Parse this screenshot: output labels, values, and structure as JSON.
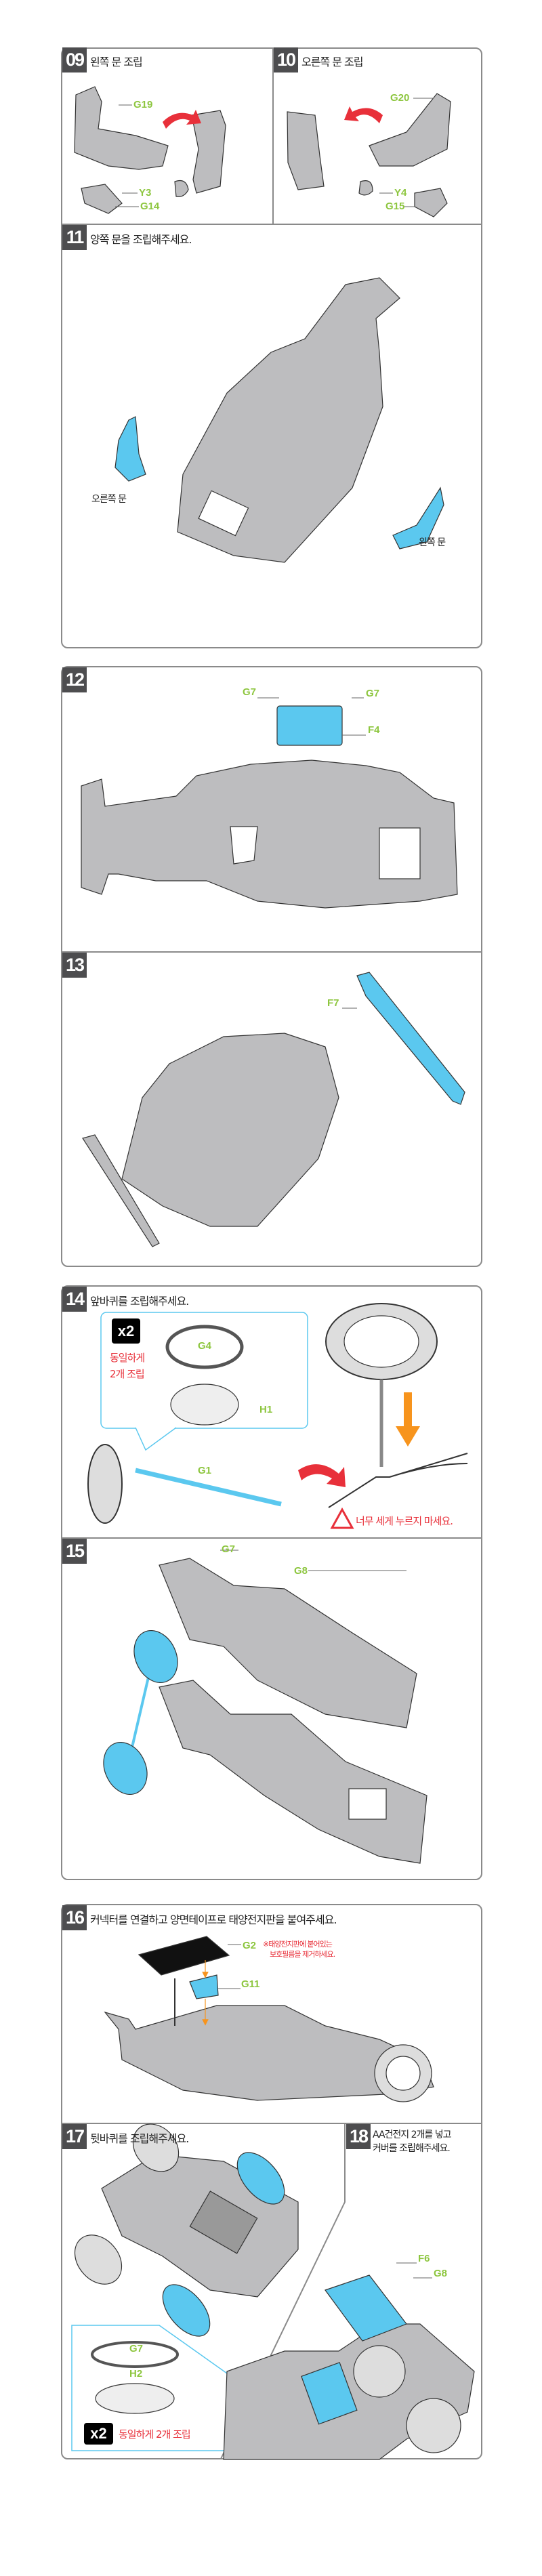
{
  "steps": {
    "s09": {
      "num": "09",
      "title": "왼쪽 문 조립",
      "labels": {
        "g19": "G19",
        "y3": "Y3",
        "g14": "G14"
      }
    },
    "s10": {
      "num": "10",
      "title": "오른쪽 문 조립",
      "labels": {
        "g20": "G20",
        "y4": "Y4",
        "g15": "G15"
      }
    },
    "s11": {
      "num": "11",
      "title": "양쪽 문을 조립해주세요.",
      "right_door": "오른쪽 문",
      "left_door": "왼쪽 문"
    },
    "s12": {
      "num": "12",
      "labels": {
        "g7a": "G7",
        "g7b": "G7",
        "f4": "F4"
      }
    },
    "s13": {
      "num": "13",
      "labels": {
        "f7": "F7"
      }
    },
    "s14": {
      "num": "14",
      "title": "앞바퀴를 조립해주세요.",
      "badge": "x2",
      "note_line1": "동일하게",
      "note_line2": "2개 조립",
      "labels": {
        "g4": "G4",
        "h1": "H1",
        "g1": "G1"
      },
      "warning": "너무 세게 누르지 마세요."
    },
    "s15": {
      "num": "15",
      "labels": {
        "g7": "G7",
        "g8": "G8"
      }
    },
    "s16": {
      "num": "16",
      "title": "커넥터를 연결하고 양면테이프로 태양전지판을 붙여주세요.",
      "note_line1": "※태양전지판에 붙어있는",
      "note_line2": "보호필름을 제거하세요.",
      "labels": {
        "g2": "G2",
        "g11": "G11"
      }
    },
    "s17": {
      "num": "17",
      "title": "뒷바퀴를 조립해주세요.",
      "badge": "x2",
      "note": "동일하게 2개 조립",
      "labels": {
        "g7": "G7",
        "h2": "H2"
      }
    },
    "s18": {
      "num": "18",
      "title_line1": "AA건전지 2개를 넣고",
      "title_line2": "커버를 조립해주세요.",
      "labels": {
        "f6": "F6",
        "g8": "G8"
      }
    }
  },
  "colors": {
    "part_highlight": "#5bc8ef",
    "label": "#8dc63f",
    "arrow": "#f7941d",
    "warning": "#e8303a",
    "tab": "#4d4d4f",
    "body": "#bdbdbf"
  }
}
